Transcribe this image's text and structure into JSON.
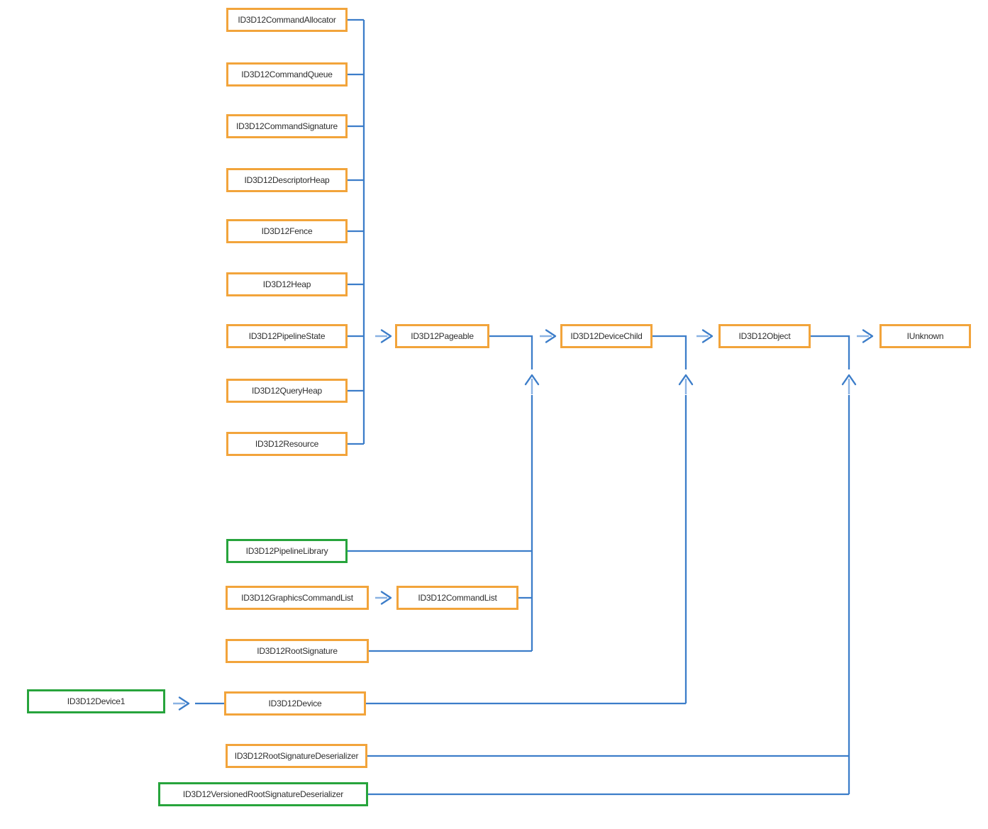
{
  "diagram_type": "interface-inheritance-diagram",
  "colors": {
    "background": "#FFFFFF",
    "box_border_orange": "#F2A43B",
    "box_border_green": "#27A43C",
    "box_fill": "#FFFFFF",
    "connector_blue": "#3C7DC9",
    "connector_light_blue": "#8AB2E3",
    "label_text": "#2D2D2D"
  },
  "nodes": [
    {
      "label": "ID3D12CommandAllocator",
      "border": "orange"
    },
    {
      "label": "ID3D12CommandQueue",
      "border": "orange"
    },
    {
      "label": "ID3D12CommandSignature",
      "border": "orange"
    },
    {
      "label": "ID3D12DescriptorHeap",
      "border": "orange"
    },
    {
      "label": "ID3D12Fence",
      "border": "orange"
    },
    {
      "label": "ID3D12Heap",
      "border": "orange"
    },
    {
      "label": "ID3D12PipelineState",
      "border": "orange"
    },
    {
      "label": "ID3D12QueryHeap",
      "border": "orange"
    },
    {
      "label": "ID3D12Resource",
      "border": "orange"
    },
    {
      "label": "ID3D12Pageable",
      "border": "orange"
    },
    {
      "label": "ID3D12DeviceChild",
      "border": "orange"
    },
    {
      "label": "ID3D12Object",
      "border": "orange"
    },
    {
      "label": "IUnknown",
      "border": "orange"
    },
    {
      "label": "ID3D12PipelineLibrary",
      "border": "green"
    },
    {
      "label": "ID3D12GraphicsCommandList",
      "border": "orange"
    },
    {
      "label": "ID3D12CommandList",
      "border": "orange"
    },
    {
      "label": "ID3D12RootSignature",
      "border": "orange"
    },
    {
      "label": "ID3D12Device1",
      "border": "green"
    },
    {
      "label": "ID3D12Device",
      "border": "orange"
    },
    {
      "label": "ID3D12RootSignatureDeserializer",
      "border": "orange"
    },
    {
      "label": "ID3D12VersionedRootSignatureDeserializer",
      "border": "green"
    }
  ],
  "edges": [
    {
      "from": "ID3D12CommandAllocator",
      "to": "ID3D12Pageable"
    },
    {
      "from": "ID3D12CommandQueue",
      "to": "ID3D12Pageable"
    },
    {
      "from": "ID3D12CommandSignature",
      "to": "ID3D12Pageable"
    },
    {
      "from": "ID3D12DescriptorHeap",
      "to": "ID3D12Pageable"
    },
    {
      "from": "ID3D12Fence",
      "to": "ID3D12Pageable"
    },
    {
      "from": "ID3D12Heap",
      "to": "ID3D12Pageable"
    },
    {
      "from": "ID3D12PipelineState",
      "to": "ID3D12Pageable"
    },
    {
      "from": "ID3D12QueryHeap",
      "to": "ID3D12Pageable"
    },
    {
      "from": "ID3D12Resource",
      "to": "ID3D12Pageable"
    },
    {
      "from": "ID3D12Pageable",
      "to": "ID3D12DeviceChild"
    },
    {
      "from": "ID3D12PipelineLibrary",
      "to": "ID3D12DeviceChild"
    },
    {
      "from": "ID3D12GraphicsCommandList",
      "to": "ID3D12CommandList"
    },
    {
      "from": "ID3D12CommandList",
      "to": "ID3D12DeviceChild"
    },
    {
      "from": "ID3D12RootSignature",
      "to": "ID3D12DeviceChild"
    },
    {
      "from": "ID3D12DeviceChild",
      "to": "ID3D12Object"
    },
    {
      "from": "ID3D12Device1",
      "to": "ID3D12Device"
    },
    {
      "from": "ID3D12Device",
      "to": "ID3D12Object"
    },
    {
      "from": "ID3D12Object",
      "to": "IUnknown"
    },
    {
      "from": "ID3D12RootSignatureDeserializer",
      "to": "IUnknown"
    },
    {
      "from": "ID3D12VersionedRootSignatureDeserializer",
      "to": "IUnknown"
    }
  ]
}
